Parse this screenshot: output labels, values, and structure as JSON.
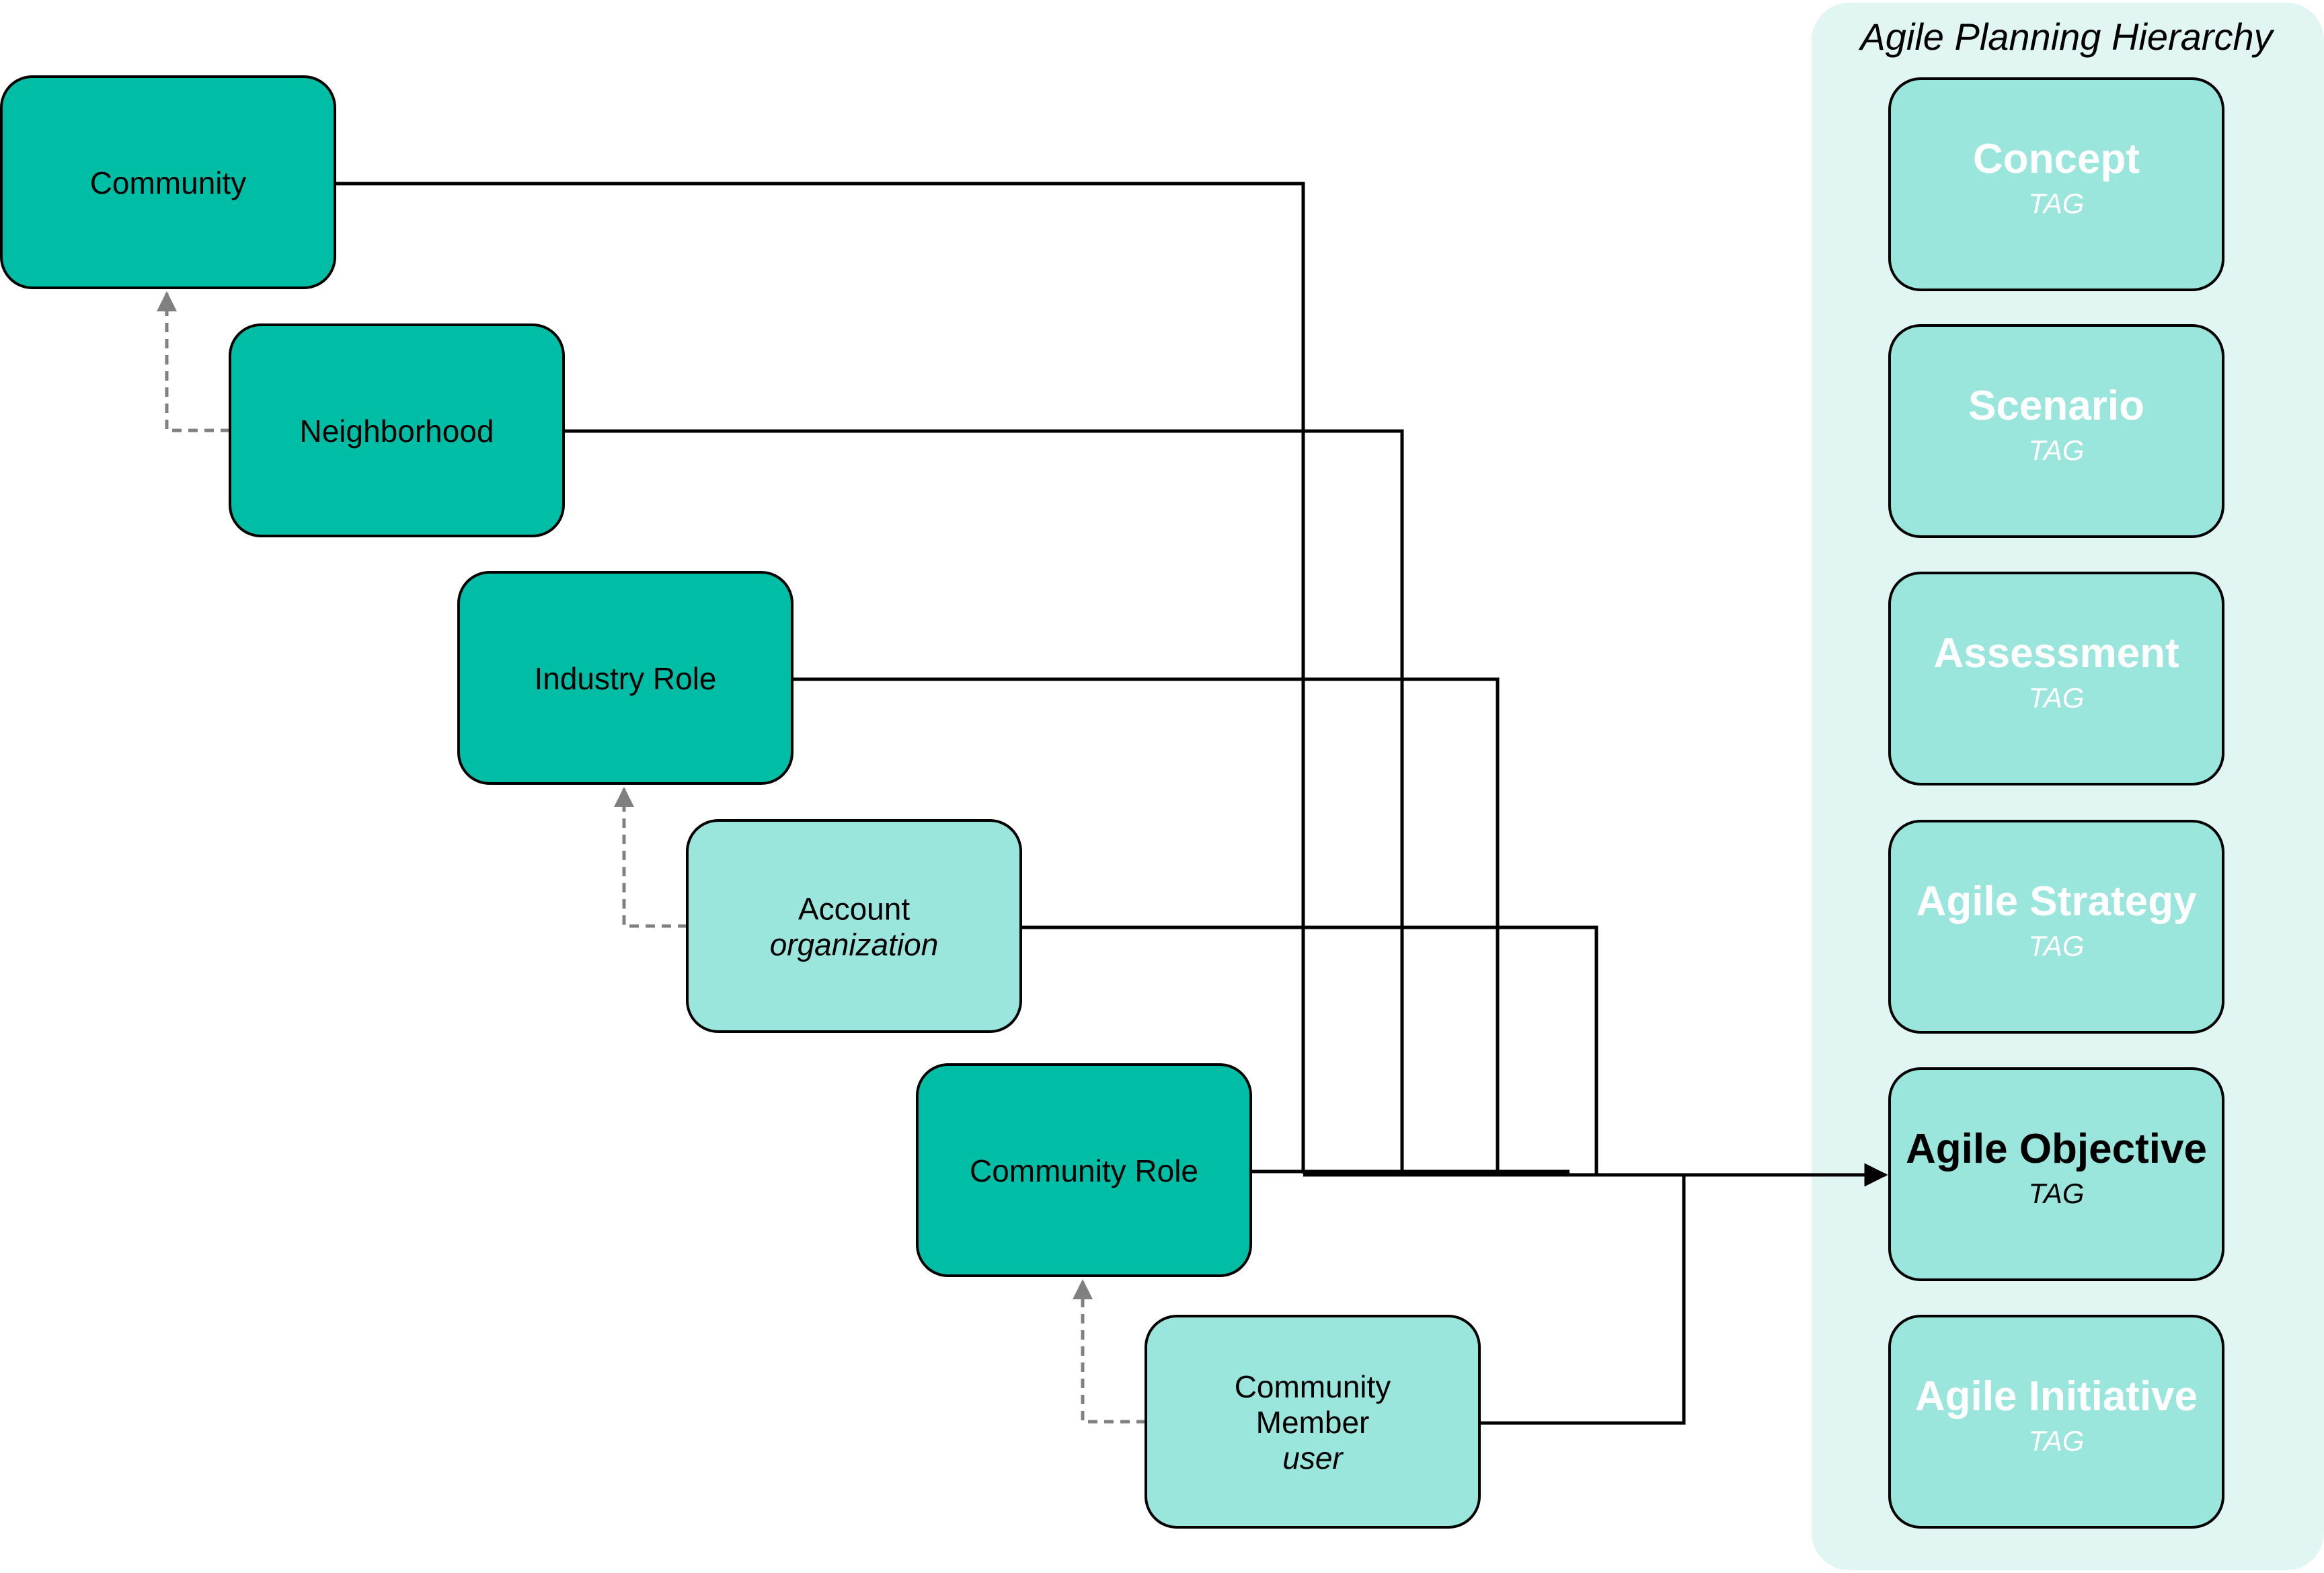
{
  "colors": {
    "dark_node": "#00BDA5",
    "light_node": "#9BE6DC",
    "panel": "#E1F6F3",
    "tag_text": "#ffffff",
    "highlight_text": "#000000",
    "connector": "#000000",
    "dashed": "#808080"
  },
  "panel": {
    "title": "Agile Planning Hierarchy"
  },
  "left_nodes": [
    {
      "id": "community",
      "label": "Community",
      "sublabel": "",
      "style": "dark"
    },
    {
      "id": "neighborhood",
      "label": "Neighborhood",
      "sublabel": "",
      "style": "dark"
    },
    {
      "id": "industry-role",
      "label": "Industry Role",
      "sublabel": "",
      "style": "dark"
    },
    {
      "id": "account",
      "label": "Account",
      "sublabel": "organization",
      "style": "light"
    },
    {
      "id": "community-role",
      "label": "Community Role",
      "sublabel": "",
      "style": "dark"
    },
    {
      "id": "community-member",
      "label": "Community Member",
      "sublabel": "user",
      "style": "light"
    }
  ],
  "hierarchy": [
    {
      "id": "concept",
      "label": "Concept",
      "tag": "TAG",
      "highlight": false
    },
    {
      "id": "scenario",
      "label": "Scenario",
      "tag": "TAG",
      "highlight": false
    },
    {
      "id": "assessment",
      "label": "Assessment",
      "tag": "TAG",
      "highlight": false
    },
    {
      "id": "agile-strategy",
      "label": "Agile Strategy",
      "tag": "TAG",
      "highlight": false
    },
    {
      "id": "agile-objective",
      "label": "Agile Objective",
      "tag": "TAG",
      "highlight": true
    },
    {
      "id": "agile-initiative",
      "label": "Agile Initiative",
      "tag": "TAG",
      "highlight": false
    }
  ],
  "inheritance": [
    {
      "child": "neighborhood",
      "parent": "community"
    },
    {
      "child": "account",
      "parent": "industry-role"
    },
    {
      "child": "community-member",
      "parent": "community-role"
    }
  ],
  "connections": [
    {
      "from": "community",
      "to": "agile-objective"
    },
    {
      "from": "neighborhood",
      "to": "agile-objective"
    },
    {
      "from": "industry-role",
      "to": "agile-objective"
    },
    {
      "from": "account",
      "to": "agile-objective"
    },
    {
      "from": "community-role",
      "to": "agile-objective"
    },
    {
      "from": "community-member",
      "to": "agile-objective"
    }
  ]
}
